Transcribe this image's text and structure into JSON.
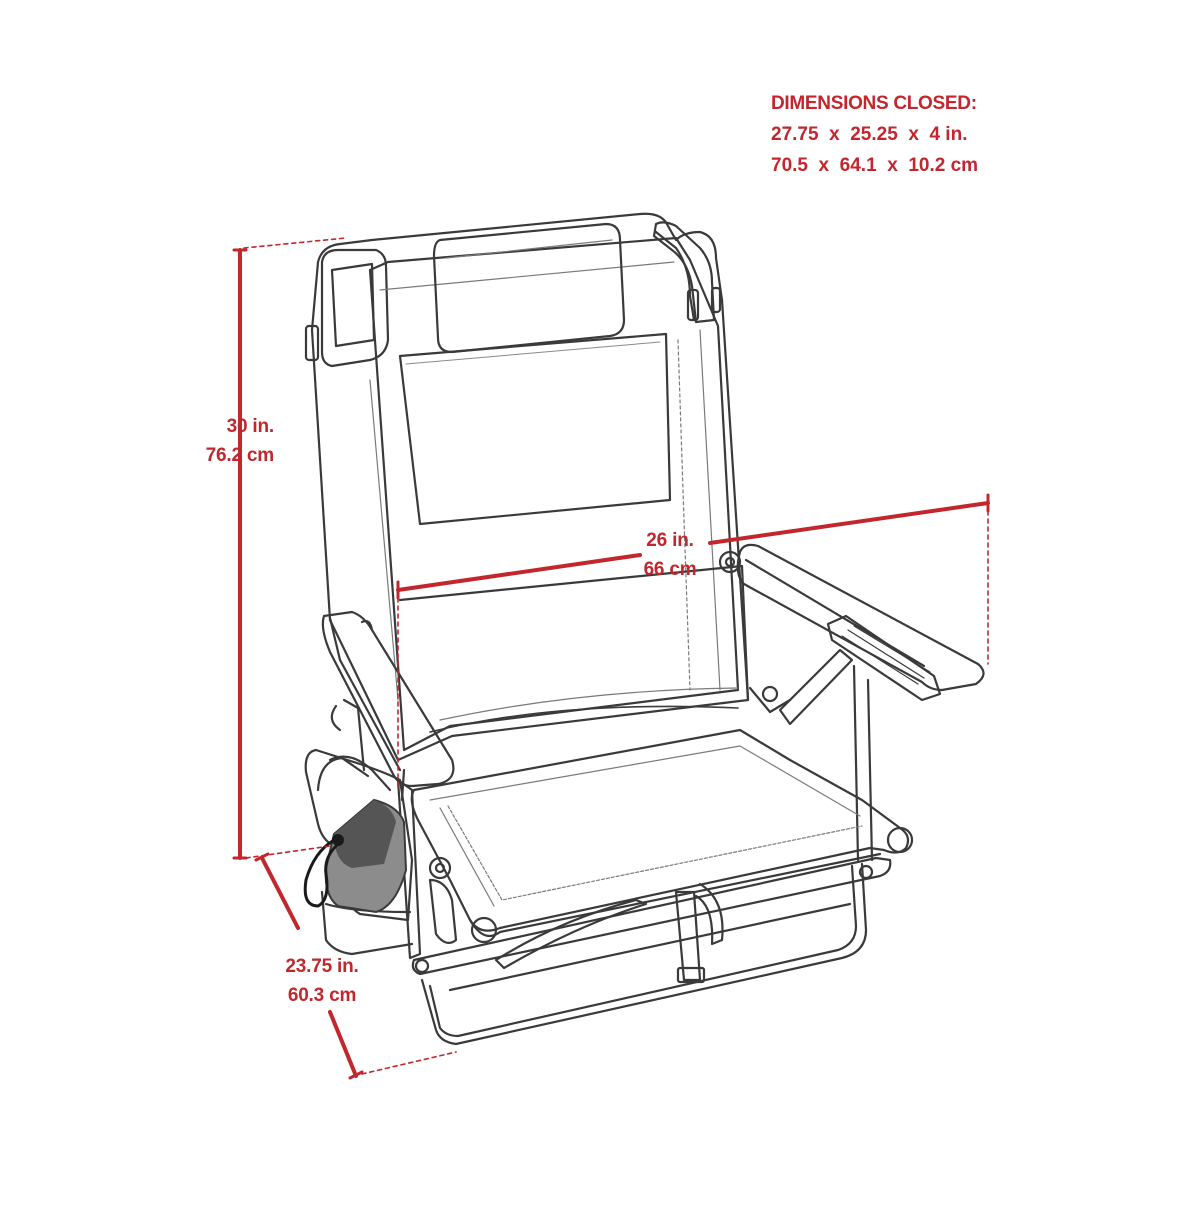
{
  "colors": {
    "accent": "#c1272d",
    "line": "#3a3a3a",
    "mesh": "#8c8c8c",
    "mesh_dark": "#555555"
  },
  "closed_dimensions": {
    "heading": "DIMENSIONS CLOSED:",
    "imperial": "27.75  x  25.25  x  4 in.",
    "metric": "70.5  x  64.1  x  10.2 cm"
  },
  "dimensions": {
    "height": {
      "imperial": "30 in.",
      "metric": "76.2 cm"
    },
    "width": {
      "imperial": "26 in.",
      "metric": "66 cm"
    },
    "depth": {
      "imperial": "23.75 in.",
      "metric": "60.3 cm"
    }
  }
}
